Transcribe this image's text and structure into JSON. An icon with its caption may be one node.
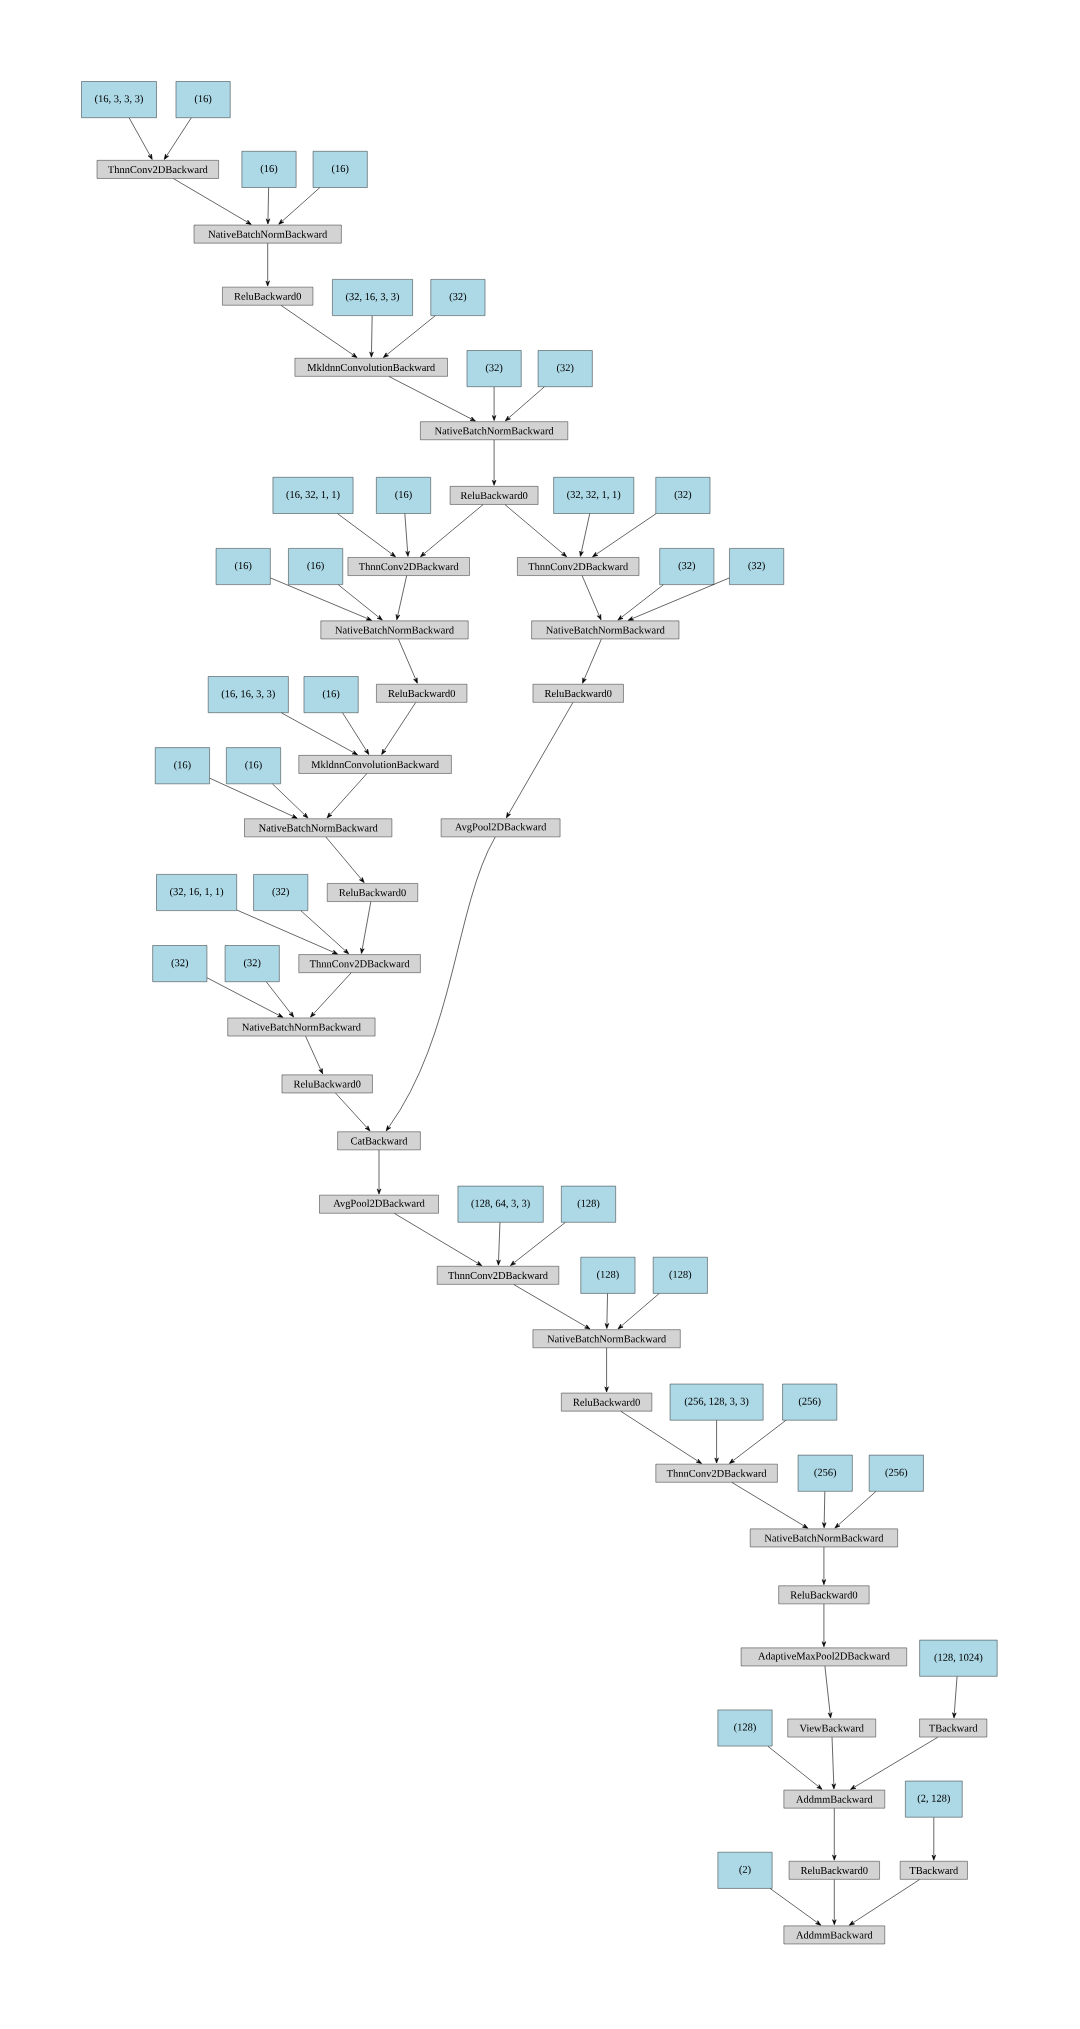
{
  "diagram": {
    "nodes": [
      {
        "text": [
          "(16, 3, 3, 3)"
        ]
      },
      {
        "text": [
          "(16)"
        ]
      },
      {
        "text": [
          "ThnnConv2DBackward"
        ]
      },
      {
        "text": [
          "(16)"
        ]
      },
      {
        "text": [
          "(16)"
        ]
      },
      {
        "text": [
          "NativeBatchNormBackward"
        ]
      },
      {
        "text": [
          "ReluBackward0"
        ]
      },
      {
        "text": [
          "(32, 16, 3, 3)"
        ]
      },
      {
        "text": [
          "(32)"
        ]
      },
      {
        "text": [
          "MkldnnConvolutionBackward"
        ]
      },
      {
        "text": [
          "(32)"
        ]
      },
      {
        "text": [
          "(32)"
        ]
      },
      {
        "text": [
          "NativeBatchNormBackward"
        ]
      },
      {
        "text": [
          "ReluBackward0"
        ]
      },
      {
        "text": [
          "(16, 32, 1, 1)"
        ]
      },
      {
        "text": [
          "(16)"
        ]
      },
      {
        "text": [
          "ThnnConv2DBackward"
        ]
      },
      {
        "text": [
          "(32, 32, 1, 1)"
        ]
      },
      {
        "text": [
          "(32)"
        ]
      },
      {
        "text": [
          "ThnnConv2DBackward"
        ]
      },
      {
        "text": [
          "(16)"
        ]
      },
      {
        "text": [
          "(16)"
        ]
      },
      {
        "text": [
          "NativeBatchNormBackward"
        ]
      },
      {
        "text": [
          "(32)"
        ]
      },
      {
        "text": [
          "(32)"
        ]
      },
      {
        "text": [
          "NativeBatchNormBackward"
        ]
      },
      {
        "text": [
          "ReluBackward0"
        ]
      },
      {
        "text": [
          "ReluBackward0"
        ]
      },
      {
        "text": [
          "(16, 16, 3, 3)"
        ]
      },
      {
        "text": [
          "(16)"
        ]
      },
      {
        "text": [
          "MkldnnConvolutionBackward"
        ]
      },
      {
        "text": [
          "(16)"
        ]
      },
      {
        "text": [
          "(16)"
        ]
      },
      {
        "text": [
          "NativeBatchNormBackward"
        ]
      },
      {
        "text": [
          "AvgPool2DBackward"
        ]
      },
      {
        "text": [
          "ReluBackward0"
        ]
      },
      {
        "text": [
          "(32, 16, 1, 1)"
        ]
      },
      {
        "text": [
          "(32)"
        ]
      },
      {
        "text": [
          "ThnnConv2DBackward"
        ]
      },
      {
        "text": [
          "(32)"
        ]
      },
      {
        "text": [
          "(32)"
        ]
      },
      {
        "text": [
          "NativeBatchNormBackward"
        ]
      },
      {
        "text": [
          "ReluBackward0"
        ]
      },
      {
        "text": [
          "CatBackward"
        ]
      },
      {
        "text": [
          "AvgPool2DBackward"
        ]
      },
      {
        "text": [
          "(128, 64, 3, 3)"
        ]
      },
      {
        "text": [
          "(128)"
        ]
      },
      {
        "text": [
          "ThnnConv2DBackward"
        ]
      },
      {
        "text": [
          "(128)"
        ]
      },
      {
        "text": [
          "(128)"
        ]
      },
      {
        "text": [
          "NativeBatchNormBackward"
        ]
      },
      {
        "text": [
          "ReluBackward0"
        ]
      },
      {
        "text": [
          "(256, 128, 3, 3)"
        ]
      },
      {
        "text": [
          "(256)"
        ]
      },
      {
        "text": [
          "ThnnConv2DBackward"
        ]
      },
      {
        "text": [
          "(256)"
        ]
      },
      {
        "text": [
          "(256)"
        ]
      },
      {
        "text": [
          "NativeBatchNormBackward"
        ]
      },
      {
        "text": [
          "ReluBackward0"
        ]
      },
      {
        "text": [
          "AdaptiveMaxPool2DBackward"
        ]
      },
      {
        "text": [
          "(128, 1024)"
        ]
      },
      {
        "text": [
          "(128)"
        ]
      },
      {
        "text": [
          "ViewBackward"
        ]
      },
      {
        "text": [
          "TBackward"
        ]
      },
      {
        "text": [
          "AddmmBackward"
        ]
      },
      {
        "text": [
          "(2, 128)"
        ]
      },
      {
        "text": [
          "(2)"
        ]
      },
      {
        "text": [
          "ReluBackward0"
        ]
      },
      {
        "text": [
          "TBackward"
        ]
      },
      {
        "text": [
          "AddmmBackward"
        ]
      }
    ],
    "edges": [
      {
        "from": 0,
        "to": 2,
        "arrow": "to"
      },
      {
        "from": 1,
        "to": 2,
        "arrow": "to"
      },
      {
        "from": 2,
        "to": 5,
        "arrow": "to"
      },
      {
        "from": 3,
        "to": 5,
        "arrow": "to"
      },
      {
        "from": 4,
        "to": 5,
        "arrow": "to"
      },
      {
        "from": 5,
        "to": 6,
        "arrow": "to"
      },
      {
        "from": 6,
        "to": 9,
        "arrow": "to"
      },
      {
        "from": 7,
        "to": 9,
        "arrow": "to"
      },
      {
        "from": 8,
        "to": 9,
        "arrow": "to"
      },
      {
        "from": 9,
        "to": 12,
        "arrow": "to"
      },
      {
        "from": 10,
        "to": 12,
        "arrow": "to"
      },
      {
        "from": 11,
        "to": 12,
        "arrow": "to"
      },
      {
        "from": 12,
        "to": 13,
        "arrow": "to"
      },
      {
        "from": 13,
        "to": 16,
        "arrow": "to"
      },
      {
        "from": 14,
        "to": 16,
        "arrow": "to"
      },
      {
        "from": 15,
        "to": 16,
        "arrow": "to"
      },
      {
        "from": 13,
        "to": 19,
        "arrow": "to"
      },
      {
        "from": 17,
        "to": 19,
        "arrow": "to"
      },
      {
        "from": 18,
        "to": 19,
        "arrow": "to"
      },
      {
        "from": 16,
        "to": 22,
        "arrow": "to"
      },
      {
        "from": 20,
        "to": 22,
        "arrow": "to"
      },
      {
        "from": 21,
        "to": 22,
        "arrow": "to"
      },
      {
        "from": 19,
        "to": 25,
        "arrow": "to"
      },
      {
        "from": 23,
        "to": 25,
        "arrow": "to"
      },
      {
        "from": 24,
        "to": 25,
        "arrow": "to"
      },
      {
        "from": 22,
        "to": 26,
        "arrow": "to"
      },
      {
        "from": 25,
        "to": 27,
        "arrow": "to"
      },
      {
        "from": 26,
        "to": 30,
        "arrow": "to"
      },
      {
        "from": 28,
        "to": 30,
        "arrow": "to"
      },
      {
        "from": 29,
        "to": 30,
        "arrow": "to"
      },
      {
        "from": 30,
        "to": 33,
        "arrow": "to"
      },
      {
        "from": 31,
        "to": 33,
        "arrow": "to"
      },
      {
        "from": 32,
        "to": 33,
        "arrow": "to"
      },
      {
        "from": 27,
        "to": 34,
        "arrow": "to"
      },
      {
        "from": 33,
        "to": 35,
        "arrow": "to"
      },
      {
        "from": 35,
        "to": 38,
        "arrow": "to"
      },
      {
        "from": 36,
        "to": 38,
        "arrow": "to"
      },
      {
        "from": 37,
        "to": 38,
        "arrow": "to"
      },
      {
        "from": 38,
        "to": 41,
        "arrow": "to"
      },
      {
        "from": 39,
        "to": 41,
        "arrow": "to"
      },
      {
        "from": 40,
        "to": 41,
        "arrow": "to"
      },
      {
        "from": 41,
        "to": 42,
        "arrow": "to"
      },
      {
        "from": 42,
        "to": 43,
        "arrow": "to"
      },
      {
        "from": 34,
        "to": 43,
        "arrow": "to"
      },
      {
        "from": 43,
        "to": 44,
        "arrow": "to"
      },
      {
        "from": 44,
        "to": 47,
        "arrow": "to"
      },
      {
        "from": 45,
        "to": 47,
        "arrow": "to"
      },
      {
        "from": 46,
        "to": 47,
        "arrow": "to"
      },
      {
        "from": 47,
        "to": 50,
        "arrow": "to"
      },
      {
        "from": 48,
        "to": 50,
        "arrow": "to"
      },
      {
        "from": 49,
        "to": 50,
        "arrow": "to"
      },
      {
        "from": 50,
        "to": 51,
        "arrow": "to"
      },
      {
        "from": 51,
        "to": 54,
        "arrow": "to"
      },
      {
        "from": 52,
        "to": 54,
        "arrow": "to"
      },
      {
        "from": 53,
        "to": 54,
        "arrow": "to"
      },
      {
        "from": 54,
        "to": 57,
        "arrow": "to"
      },
      {
        "from": 55,
        "to": 57,
        "arrow": "to"
      },
      {
        "from": 56,
        "to": 57,
        "arrow": "to"
      },
      {
        "from": 57,
        "to": 58,
        "arrow": "to"
      },
      {
        "from": 58,
        "to": 59,
        "arrow": "to"
      },
      {
        "from": 59,
        "to": 62,
        "arrow": "to"
      },
      {
        "from": 60,
        "to": 63,
        "arrow": "to"
      },
      {
        "from": 61,
        "to": 64,
        "arrow": "to"
      },
      {
        "from": 62,
        "to": 64,
        "arrow": "to"
      },
      {
        "from": 63,
        "to": 64,
        "arrow": "to"
      },
      {
        "from": 64,
        "to": 67,
        "arrow": "to"
      },
      {
        "from": 65,
        "to": 68,
        "arrow": "to"
      },
      {
        "from": 66,
        "to": 69,
        "arrow": "to"
      },
      {
        "from": 67,
        "to": 69,
        "arrow": "to"
      },
      {
        "from": 68,
        "to": 69,
        "arrow": "to"
      }
    ]
  }
}
